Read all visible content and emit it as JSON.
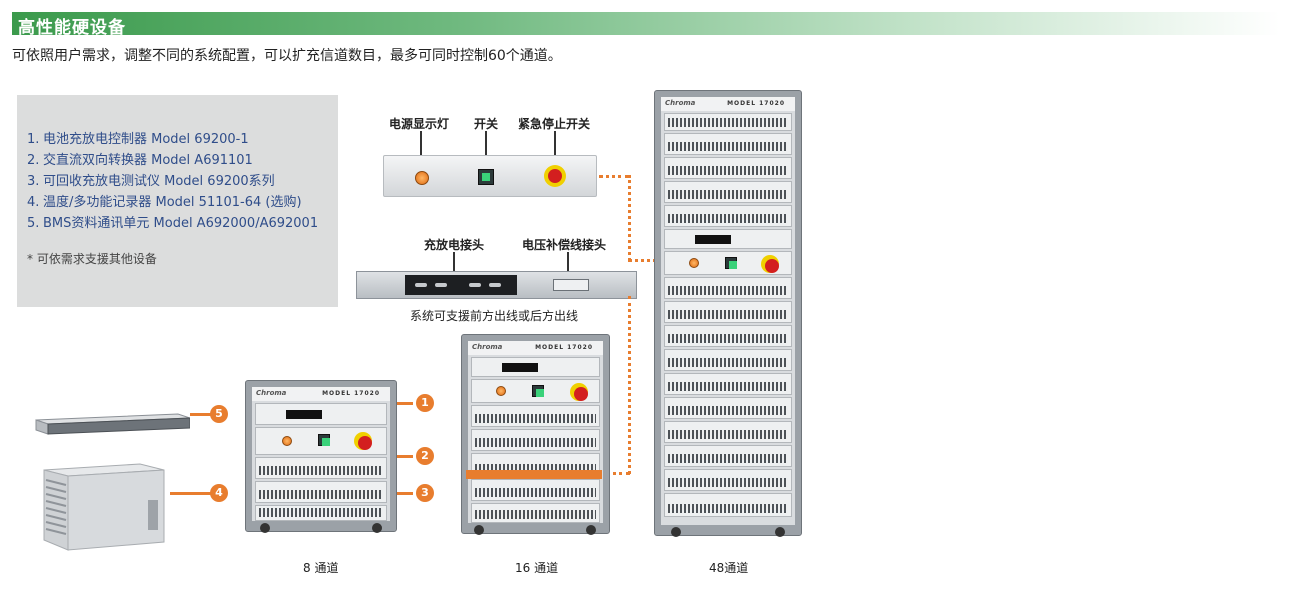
{
  "header": {
    "title": "高性能硬设备",
    "intro": "可依照用户需求，调整不同的系统配置，可以扩充信道数目，最多可同时控制60个通道。"
  },
  "legend": {
    "items": [
      {
        "num": "1.",
        "text": "电池充放电控制器 Model 69200-1"
      },
      {
        "num": "2.",
        "text": "交直流双向转换器 Model A691101"
      },
      {
        "num": "3.",
        "text": "可回收充放电测试仪 Model 69200系列"
      },
      {
        "num": "4.",
        "text": "温度/多功能记录器 Model 51101-64 (选购)"
      },
      {
        "num": "5.",
        "text": "BMS资料通讯单元 Model A692000/A692001"
      }
    ],
    "note": "* 可依需求支援其他设备"
  },
  "panel_labels": {
    "power_light": "电源显示灯",
    "switch": "开关",
    "emergency_stop": "紧急停止开关",
    "charge_connector": "充放电接头",
    "voltage_comp": "电压补偿线接头",
    "wiring_note": "系统可支援前方出线或后方出线"
  },
  "callouts": [
    "1",
    "2",
    "3",
    "4",
    "5"
  ],
  "racks": {
    "brand": "Chroma",
    "model": "MODEL 17020",
    "captions": {
      "small": "8 通道",
      "medium": "16 通道",
      "large": "48通道"
    }
  },
  "colors": {
    "accent_orange": "#e87d2e",
    "banner_green": "#3b9a4c",
    "legend_text": "#2f4d8a"
  }
}
